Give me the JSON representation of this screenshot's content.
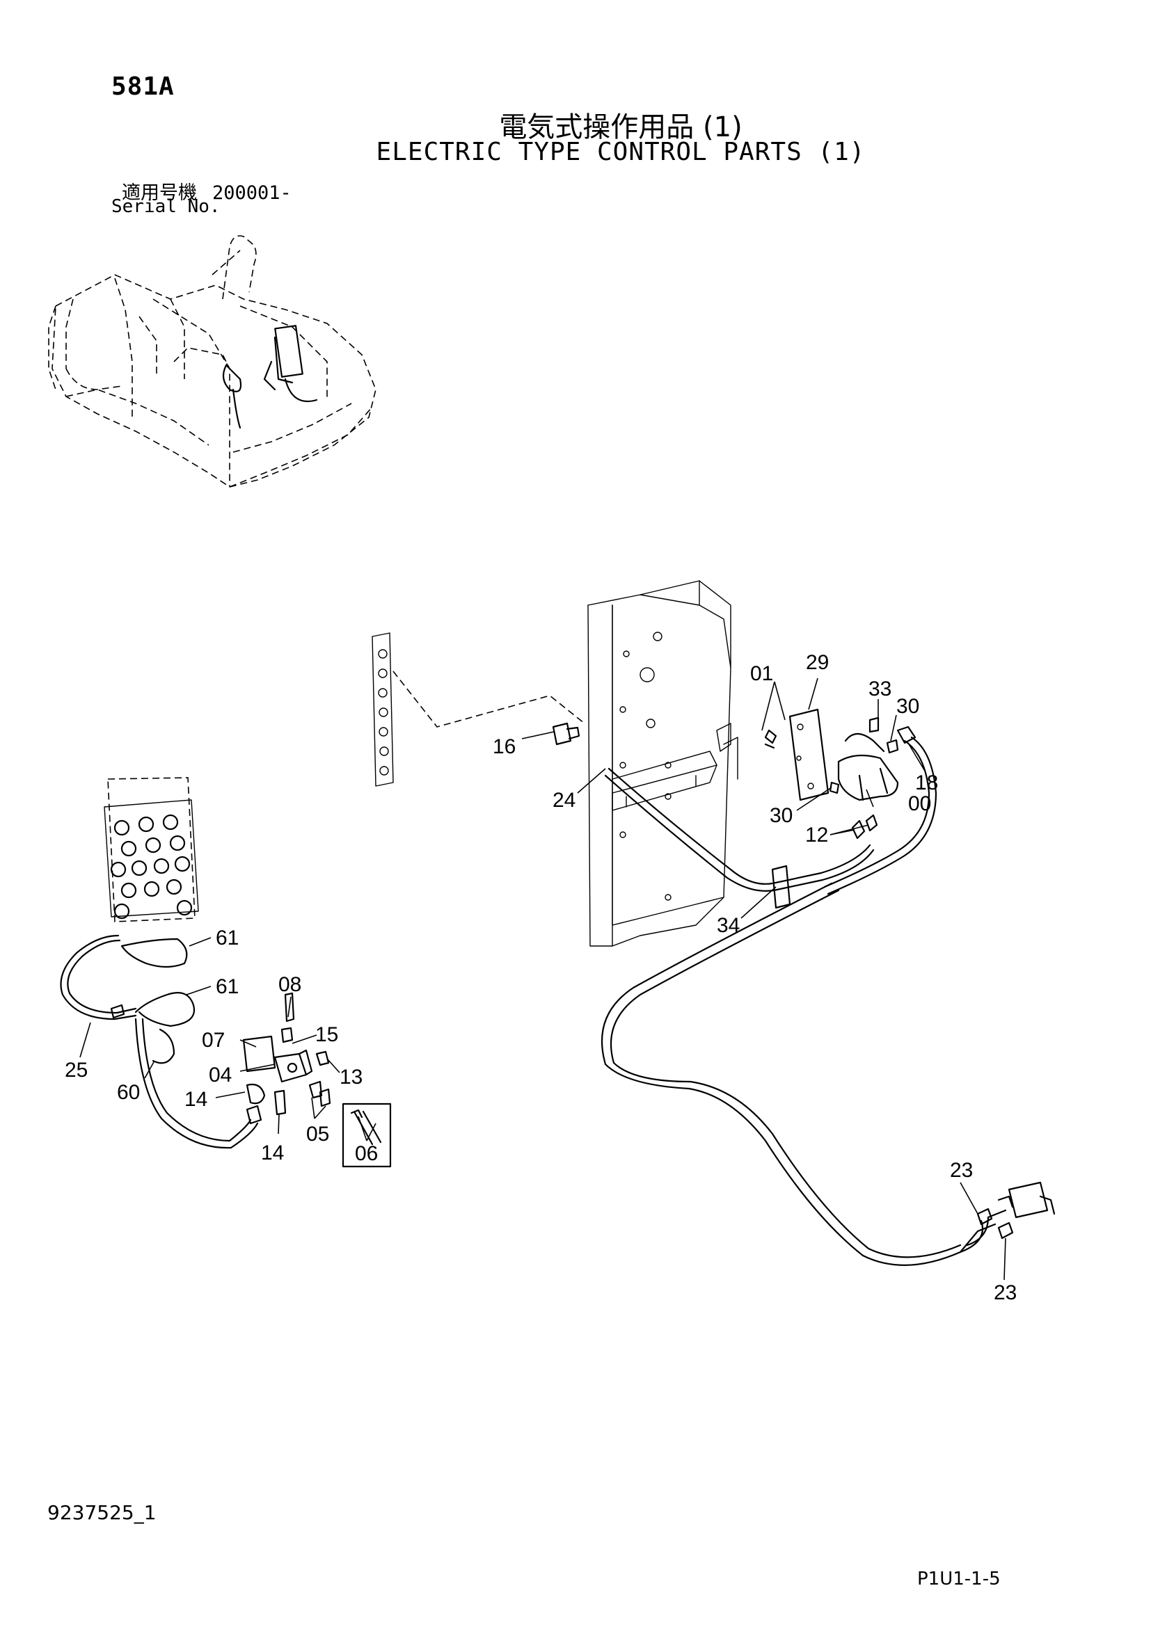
{
  "header": {
    "page_code": "581A",
    "title_jp": "電気式操作用品 (1)",
    "title_en": "ELECTRIC TYPE CONTROL PARTS (1)",
    "serial_jp_label": "適用号機",
    "serial_number": "200001-",
    "serial_en_label": "Serial No."
  },
  "callouts": {
    "c01": "01",
    "c29": "29",
    "c33": "33",
    "c30a": "30",
    "c16": "16",
    "c18": "18",
    "c24": "24",
    "c30b": "30",
    "c00": "00",
    "c12": "12",
    "c34": "34",
    "c61a": "61",
    "c61b": "61",
    "c08": "08",
    "c07": "07",
    "c15": "15",
    "c25": "25",
    "c04": "04",
    "c13": "13",
    "c60": "60",
    "c14a": "14",
    "c05": "05",
    "c14b": "14",
    "c06": "06",
    "c23a": "23",
    "c23b": "23"
  },
  "footer": {
    "doc_number": "9237525_1",
    "page_ref": "P1U1-1-5"
  }
}
